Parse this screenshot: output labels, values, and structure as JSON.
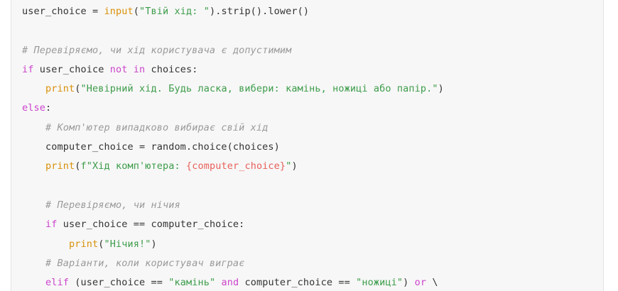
{
  "editor": {
    "language": "python",
    "background_color": "#f7f7f7",
    "page_background_color": "#ffffff",
    "border_color": "#e3e3e3",
    "default_text_color": "#333333",
    "theme_colors": {
      "keyword": "#cc44cc",
      "builtin": "#d9900a",
      "string": "#3d9c4a",
      "comment": "#9a9a9a",
      "interpolation": "#e8605a",
      "plain": "#333333"
    }
  },
  "code": {
    "lines": [
      {
        "id": "line-1",
        "text": "user_choice = input(\"Твій хід: \").strip().lower()",
        "tokens": [
          {
            "t": "user_choice = ",
            "c": "plain"
          },
          {
            "t": "input",
            "c": "builtin"
          },
          {
            "t": "(",
            "c": "punct"
          },
          {
            "t": "\"Твій хід: \"",
            "c": "str"
          },
          {
            "t": ").strip().lower()",
            "c": "punct"
          }
        ]
      },
      {
        "id": "line-2",
        "text": "",
        "tokens": []
      },
      {
        "id": "line-3",
        "text": "# Перевіряємо, чи хід користувача є допустимим",
        "tokens": [
          {
            "t": "# Перевіряємо, чи хід користувача є допустимим",
            "c": "comment"
          }
        ]
      },
      {
        "id": "line-4",
        "text": "if user_choice not in choices:",
        "tokens": [
          {
            "t": "if",
            "c": "kw"
          },
          {
            "t": " user_choice ",
            "c": "plain"
          },
          {
            "t": "not in",
            "c": "kw"
          },
          {
            "t": " choices:",
            "c": "plain"
          }
        ]
      },
      {
        "id": "line-5",
        "text": "    print(\"Невірний хід. Будь ласка, вибери: камінь, ножиці або папір.\")",
        "tokens": [
          {
            "t": "    ",
            "c": "plain"
          },
          {
            "t": "print",
            "c": "builtin"
          },
          {
            "t": "(",
            "c": "punct"
          },
          {
            "t": "\"Невірний хід. Будь ласка, вибери: камінь, ножиці або папір.\"",
            "c": "str"
          },
          {
            "t": ")",
            "c": "punct"
          }
        ]
      },
      {
        "id": "line-6",
        "text": "else:",
        "tokens": [
          {
            "t": "else",
            "c": "kw"
          },
          {
            "t": ":",
            "c": "plain"
          }
        ]
      },
      {
        "id": "line-7",
        "text": "    # Комп'ютер випадково вибирає свій хід",
        "tokens": [
          {
            "t": "    ",
            "c": "plain"
          },
          {
            "t": "# Комп'ютер випадково вибирає свій хід",
            "c": "comment"
          }
        ]
      },
      {
        "id": "line-8",
        "text": "    computer_choice = random.choice(choices)",
        "tokens": [
          {
            "t": "    computer_choice = random.choice(choices)",
            "c": "plain"
          }
        ]
      },
      {
        "id": "line-9",
        "text": "    print(f\"Хід комп'ютера: {computer_choice}\")",
        "tokens": [
          {
            "t": "    ",
            "c": "plain"
          },
          {
            "t": "print",
            "c": "builtin"
          },
          {
            "t": "(",
            "c": "punct"
          },
          {
            "t": "f\"Хід комп'ютера: ",
            "c": "str"
          },
          {
            "t": "{computer_choice}",
            "c": "interp"
          },
          {
            "t": "\"",
            "c": "str"
          },
          {
            "t": ")",
            "c": "punct"
          }
        ]
      },
      {
        "id": "line-10",
        "text": "",
        "tokens": []
      },
      {
        "id": "line-11",
        "text": "    # Перевіряємо, чи нічия",
        "tokens": [
          {
            "t": "    ",
            "c": "plain"
          },
          {
            "t": "# Перевіряємо, чи нічия",
            "c": "comment"
          }
        ]
      },
      {
        "id": "line-12",
        "text": "    if user_choice == computer_choice:",
        "tokens": [
          {
            "t": "    ",
            "c": "plain"
          },
          {
            "t": "if",
            "c": "kw"
          },
          {
            "t": " user_choice == computer_choice:",
            "c": "plain"
          }
        ]
      },
      {
        "id": "line-13",
        "text": "        print(\"Нічия!\")",
        "tokens": [
          {
            "t": "        ",
            "c": "plain"
          },
          {
            "t": "print",
            "c": "builtin"
          },
          {
            "t": "(",
            "c": "punct"
          },
          {
            "t": "\"Нічия!\"",
            "c": "str"
          },
          {
            "t": ")",
            "c": "punct"
          }
        ]
      },
      {
        "id": "line-14",
        "text": "    # Варіанти, коли користувач виграє",
        "tokens": [
          {
            "t": "    ",
            "c": "plain"
          },
          {
            "t": "# Варіанти, коли користувач виграє",
            "c": "comment"
          }
        ]
      },
      {
        "id": "line-15",
        "text": "    elif (user_choice == \"камінь\" and computer_choice == \"ножиці\") or \\",
        "tokens": [
          {
            "t": "    ",
            "c": "plain"
          },
          {
            "t": "elif",
            "c": "kw"
          },
          {
            "t": " (user_choice == ",
            "c": "plain"
          },
          {
            "t": "\"камінь\"",
            "c": "str"
          },
          {
            "t": " ",
            "c": "plain"
          },
          {
            "t": "and",
            "c": "kw"
          },
          {
            "t": " computer_choice == ",
            "c": "plain"
          },
          {
            "t": "\"ножиці\"",
            "c": "str"
          },
          {
            "t": ") ",
            "c": "plain"
          },
          {
            "t": "or",
            "c": "kw"
          },
          {
            "t": " \\",
            "c": "plain"
          }
        ]
      }
    ]
  }
}
